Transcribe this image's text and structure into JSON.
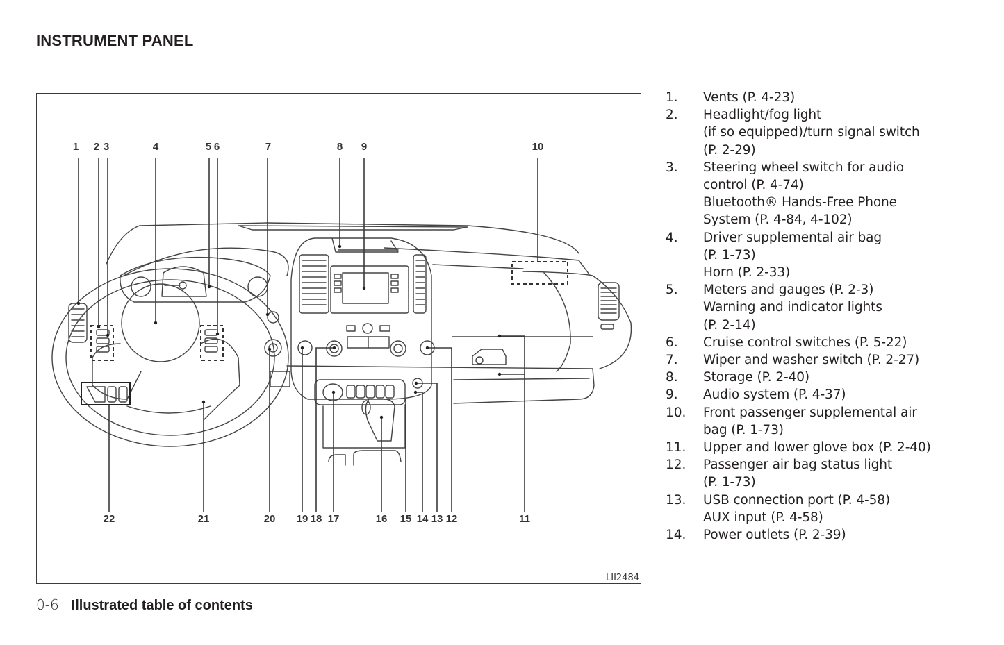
{
  "header": {
    "title": "INSTRUMENT PANEL"
  },
  "figure": {
    "id": "LII2484",
    "callouts_top": [
      "1",
      "2",
      "3",
      "4",
      "5",
      "6",
      "7",
      "8",
      "9",
      "10"
    ],
    "callouts_bottom": [
      "22",
      "21",
      "20",
      "19",
      "18",
      "17",
      "16",
      "15",
      "14",
      "13",
      "12",
      "11"
    ]
  },
  "legend": [
    {
      "num": "1.",
      "lines": [
        "Vents (P. 4-23)"
      ]
    },
    {
      "num": "2.",
      "lines": [
        "Headlight/fog light",
        "(if so equipped)/turn signal switch",
        "(P. 2-29)"
      ]
    },
    {
      "num": "3.",
      "lines": [
        "Steering wheel switch for audio",
        "control (P. 4-74)",
        "Bluetooth® Hands-Free Phone",
        "System (P. 4-84, 4-102)"
      ]
    },
    {
      "num": "4.",
      "lines": [
        "Driver supplemental air bag",
        "(P. 1-73)",
        "Horn (P. 2-33)"
      ]
    },
    {
      "num": "5.",
      "lines": [
        "Meters and gauges (P. 2-3)",
        "Warning and indicator lights",
        "(P. 2-14)"
      ]
    },
    {
      "num": "6.",
      "lines": [
        "Cruise control switches (P. 5-22)"
      ]
    },
    {
      "num": "7.",
      "lines": [
        "Wiper and washer switch (P. 2-27)"
      ]
    },
    {
      "num": "8.",
      "lines": [
        "Storage (P. 2-40)"
      ]
    },
    {
      "num": "9.",
      "lines": [
        "Audio system (P. 4-37)"
      ]
    },
    {
      "num": "10.",
      "lines": [
        "Front passenger supplemental air",
        "bag (P. 1-73)"
      ]
    },
    {
      "num": "11.",
      "lines": [
        "Upper and lower glove box (P. 2-40)"
      ]
    },
    {
      "num": "12.",
      "lines": [
        "Passenger air bag status light",
        "(P. 1-73)"
      ]
    },
    {
      "num": "13.",
      "lines": [
        "USB connection port (P. 4-58)",
        "AUX input (P. 4-58)"
      ]
    },
    {
      "num": "14.",
      "lines": [
        "Power outlets (P. 2-39)"
      ]
    }
  ],
  "footer": {
    "page": "0-6",
    "section": "Illustrated table of contents"
  }
}
